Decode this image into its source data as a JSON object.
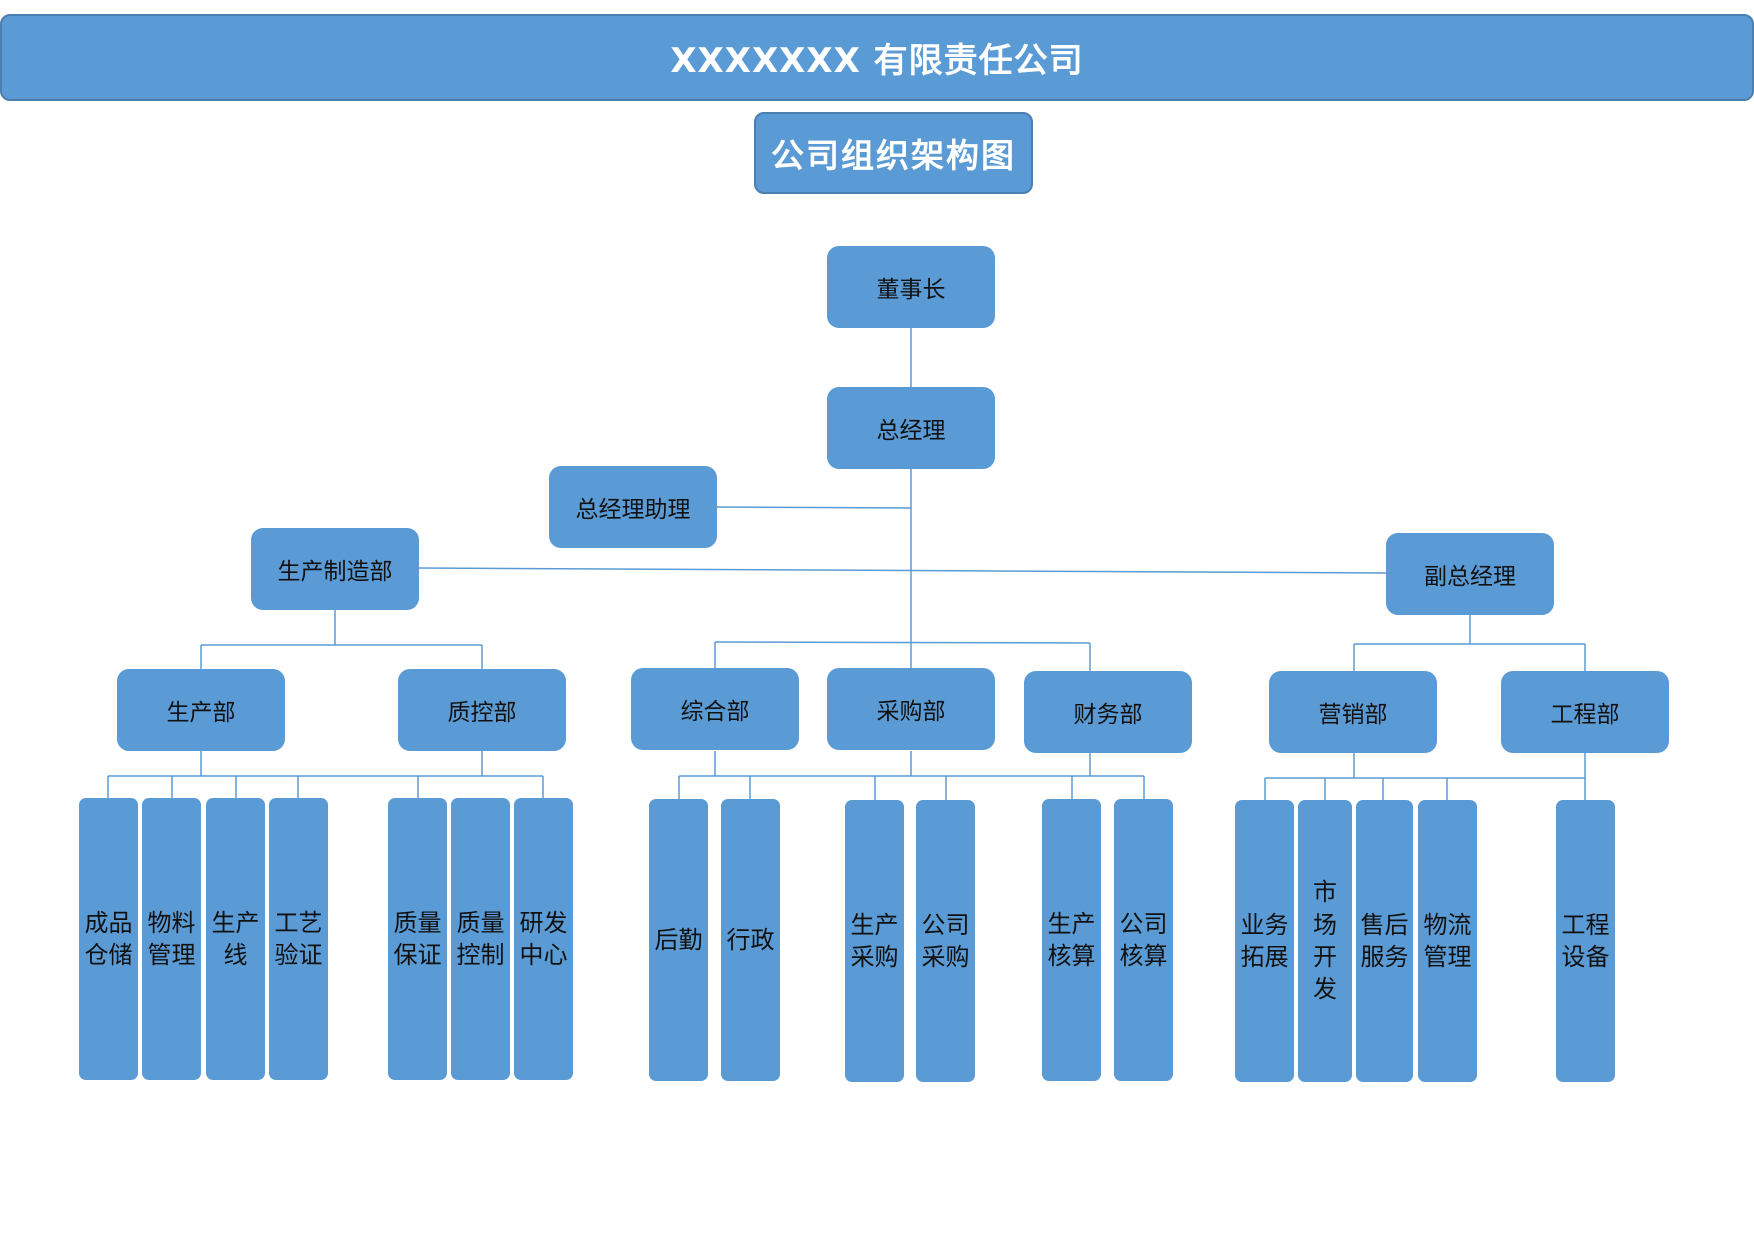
{
  "header": {
    "company_title": "XXXXXXX 有限责任公司",
    "chart_title": "公司组织架构图"
  },
  "colors": {
    "node_fill": "#5b9bd5",
    "node_border": "#4a7fb0",
    "connector": "#5b9bd5",
    "title_text": "#ffffff",
    "node_text": "#111111"
  },
  "org": {
    "chairman": "董事长",
    "general_manager": "总经理",
    "gm_assistant": "总经理助理",
    "production_manufacturing": "生产制造部",
    "deputy_gm": "副总经理",
    "departments": {
      "production": {
        "label": "生产部",
        "units": [
          {
            "l1": "成品",
            "l2": "仓储"
          },
          {
            "l1": "物料",
            "l2": "管理"
          },
          {
            "l1": "生产",
            "l2": "线"
          },
          {
            "l1": "工艺",
            "l2": "验证"
          }
        ]
      },
      "quality": {
        "label": "质控部",
        "units": [
          {
            "l1": "质量",
            "l2": "保证"
          },
          {
            "l1": "质量",
            "l2": "控制"
          },
          {
            "l1": "研发",
            "l2": "中心"
          }
        ]
      },
      "general_affairs": {
        "label": "综合部",
        "units": [
          {
            "l1": "后勤",
            "l2": ""
          },
          {
            "l1": "行政",
            "l2": ""
          }
        ]
      },
      "purchasing": {
        "label": "采购部",
        "units": [
          {
            "l1": "生产",
            "l2": "采购"
          },
          {
            "l1": "公司",
            "l2": "采购"
          }
        ]
      },
      "finance": {
        "label": "财务部",
        "units": [
          {
            "l1": "生产",
            "l2": "核算"
          },
          {
            "l1": "公司",
            "l2": "核算"
          }
        ]
      },
      "marketing": {
        "label": "营销部",
        "units": [
          {
            "l1": "业务",
            "l2": "拓展"
          },
          {
            "l1": "市场",
            "l2": "开发"
          },
          {
            "l1": "售后",
            "l2": "服务"
          },
          {
            "l1": "物流",
            "l2": "管理"
          }
        ]
      },
      "engineering": {
        "label": "工程部",
        "units": [
          {
            "l1": "工程",
            "l2": "设备"
          }
        ]
      }
    }
  }
}
